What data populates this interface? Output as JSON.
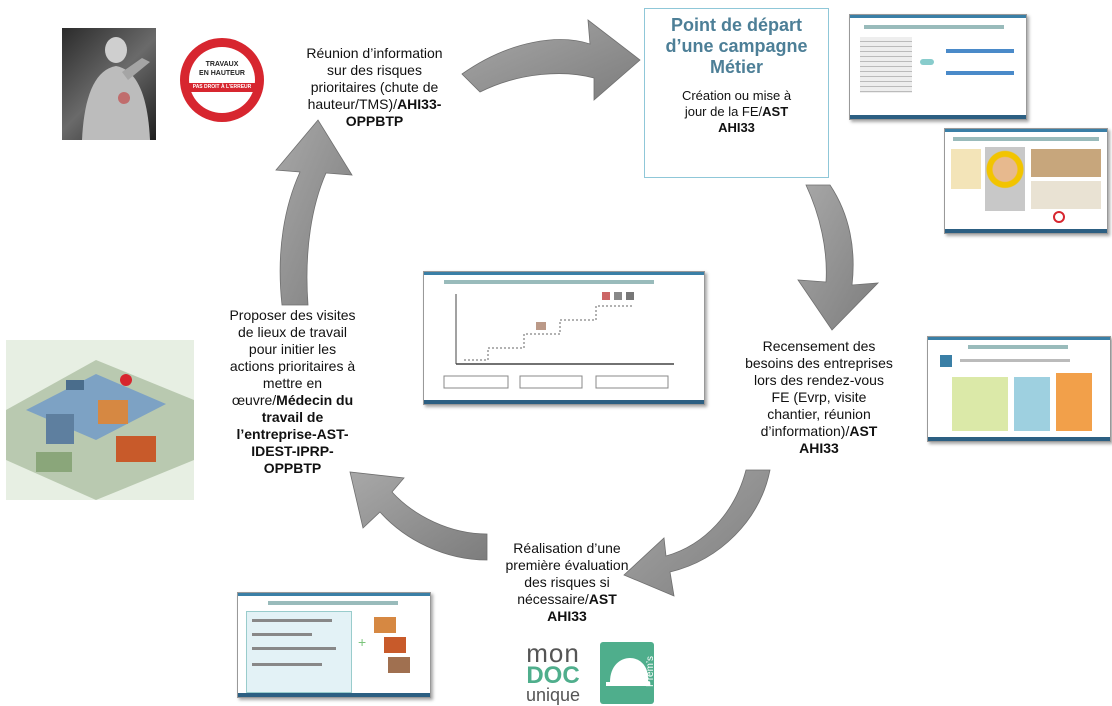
{
  "start_box": {
    "title_line1": "Point de départ",
    "title_line2": "d’une campagne",
    "title_line3": "Métier",
    "sub_line1": "Création ou mise à",
    "sub_line2_plain": "jour de la FE/",
    "sub_line2_bold": "AST",
    "sub_line3_bold": "AHI33"
  },
  "step_reunion": {
    "line1": "Réunion d’information",
    "line2": "sur des risques",
    "line3": "prioritaires (chute de",
    "line4_plain": "hauteur/TMS)/",
    "line4_bold": "AHI33-",
    "line5_bold": "OPPBTP"
  },
  "step_recensement": {
    "line1": "Recensement des",
    "line2": "besoins des entreprises",
    "line3": "lors des rendez-vous",
    "line4": "FE (Evrp, visite",
    "line5": "chantier, réunion",
    "line6_plain": "d’information)/",
    "line6_bold": "AST",
    "line7_bold": "AHI33"
  },
  "step_realisation": {
    "line1": "Réalisation d’une",
    "line2": "première évaluation",
    "line3": "des risques si",
    "line4_plain": "nécessaire/",
    "line4_bold": "AST",
    "line5_bold": "AHI33"
  },
  "step_proposer": {
    "line1": "Proposer des visites",
    "line2": "de lieux de travail",
    "line3": "pour initier les",
    "line4": "actions prioritaires à",
    "line5": "mettre en",
    "line6_plain": "œuvre/",
    "line6_bold": "Médecin du",
    "line7_bold": "travail de",
    "line8_bold": "l’entreprise-AST-",
    "line9_bold": "IDEST-IPRP-",
    "line10_bold": "OPPBTP"
  },
  "badge": {
    "line1": "TRAVAUX",
    "line2": "EN HAUTEUR",
    "line3": "PAS DROIT À L’ERREUR"
  },
  "logo": {
    "mon": "mon",
    "doc": "DOC",
    "unique": "unique",
    "prem": "Prem’s"
  },
  "colors": {
    "arrow": "#8c8c8c",
    "start_title": "#4d7f97",
    "start_border": "#8fc7d8",
    "badge_red": "#d7262f",
    "logo_green": "#4fae8c",
    "thumb_blue": "#3a7fa6"
  }
}
